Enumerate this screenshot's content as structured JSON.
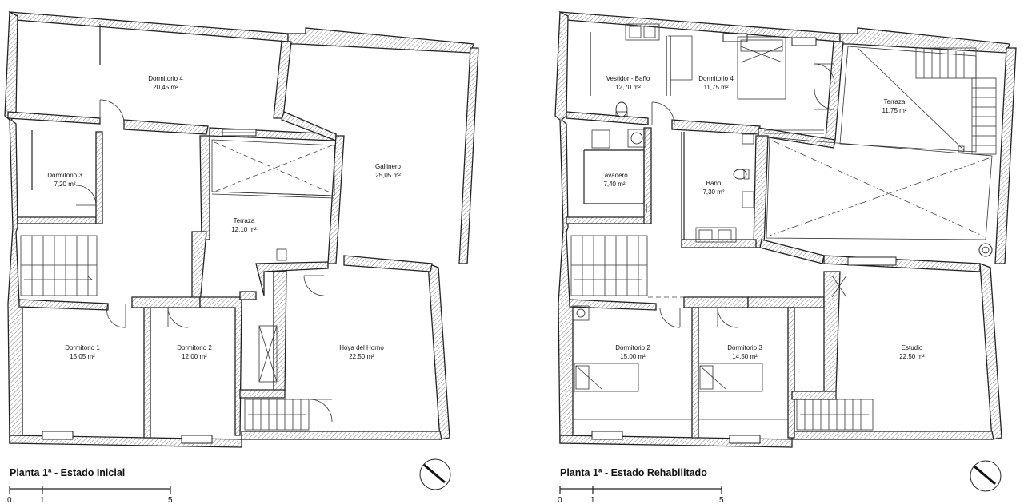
{
  "plans": [
    {
      "title": "Planta 1ª - Estado Inicial",
      "rooms": [
        {
          "name": "Dormitorio 4",
          "area": "20,45 m²"
        },
        {
          "name": "Dormitorio 3",
          "area": "7,20 m²"
        },
        {
          "name": "Gallinero",
          "area": "25,05 m²"
        },
        {
          "name": "Terraza",
          "area": "12,10 m²"
        },
        {
          "name": "Dormitorio 1",
          "area": "15,05 m²"
        },
        {
          "name": "Dormitorio 2",
          "area": "12,00 m²"
        },
        {
          "name": "Hoya del Horno",
          "area": "22,50 m²"
        }
      ],
      "scale": {
        "labels": [
          "0",
          "1",
          "5"
        ]
      }
    },
    {
      "title": "Planta 1ª - Estado Rehabilitado",
      "rooms": [
        {
          "name": "Vestidor - Baño",
          "area": "12,70 m²"
        },
        {
          "name": "Dormitorio 4",
          "area": "11,75 m²"
        },
        {
          "name": "Terraza",
          "area": "11,75 m²"
        },
        {
          "name": "Lavadero",
          "area": "7,40 m²"
        },
        {
          "name": "Baño",
          "area": "7,30 m²"
        },
        {
          "name": "Dormitorio 2",
          "area": "15,00 m²"
        },
        {
          "name": "Dormitorio 3",
          "area": "14,50 m²"
        },
        {
          "name": "Estudio",
          "area": "22,50 m²"
        }
      ],
      "scale": {
        "labels": [
          "0",
          "1",
          "5"
        ]
      }
    }
  ],
  "icons": [
    "north-arrow-icon",
    "bed-icon",
    "toilet-icon",
    "washing-machine-icon",
    "stairs-icon"
  ]
}
